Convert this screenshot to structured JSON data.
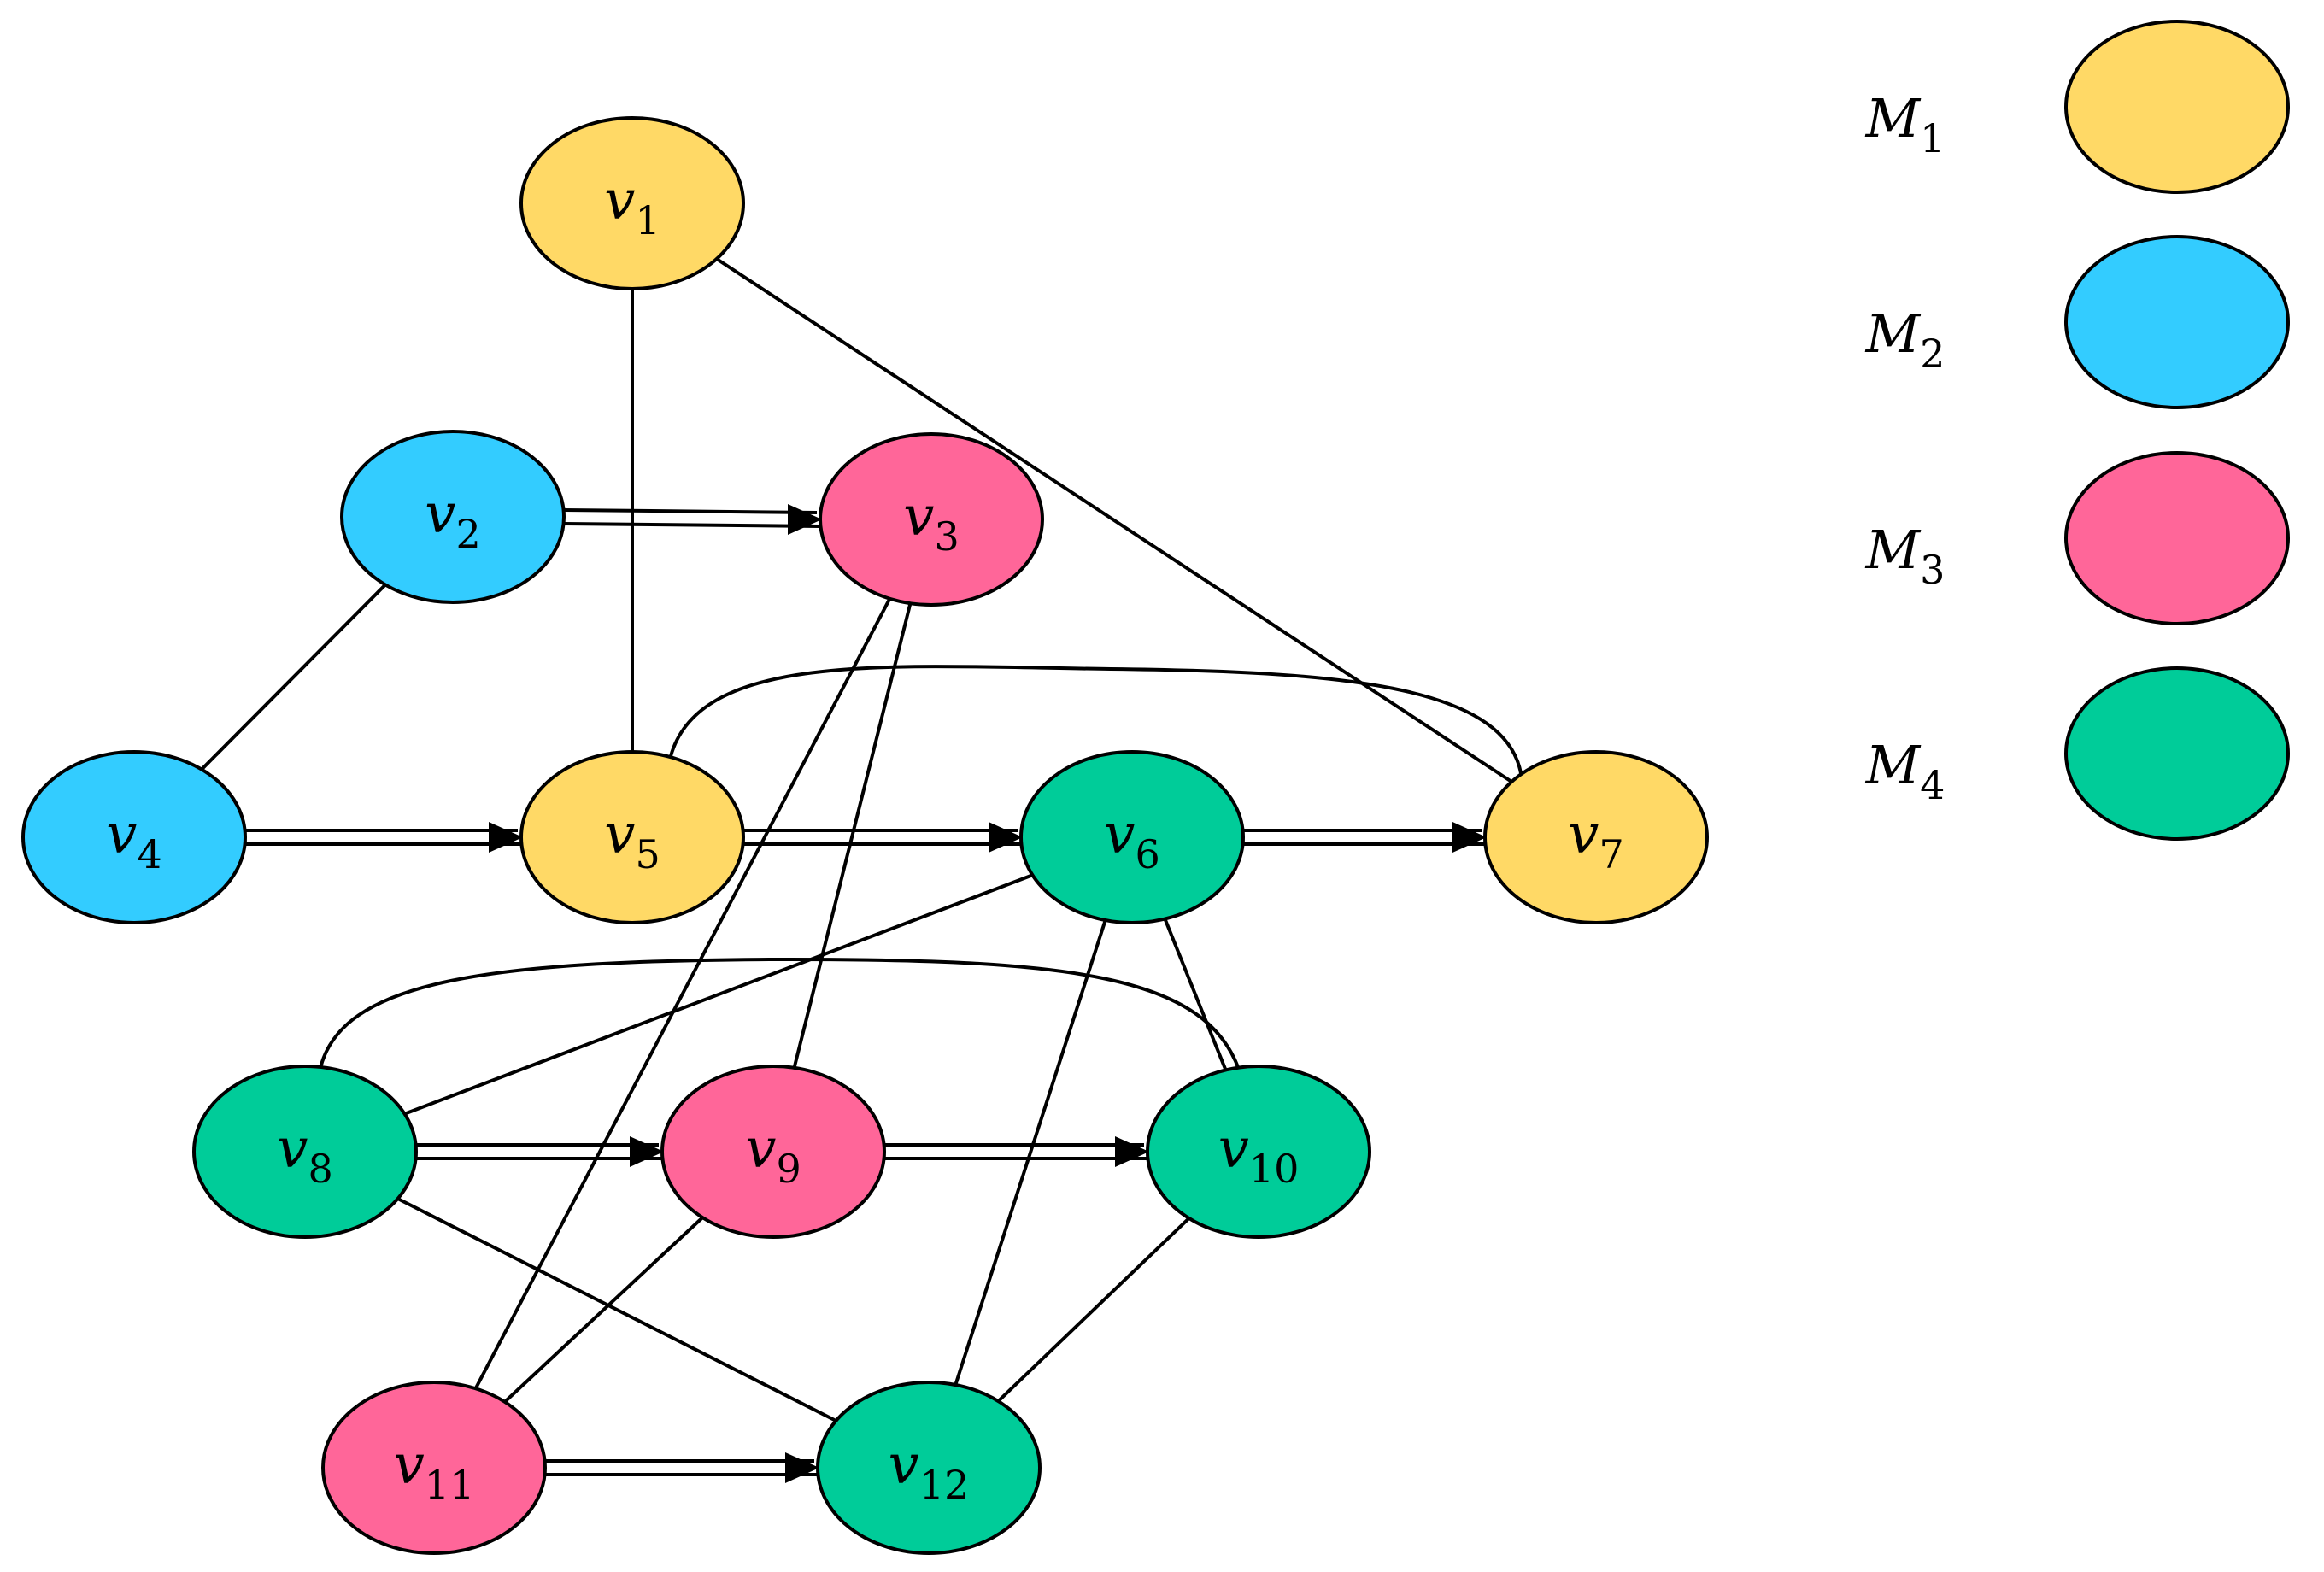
{
  "colors": {
    "M1": "#ffd966",
    "M2": "#33ccff",
    "M3": "#ff6699",
    "M4": "#00cc99",
    "edge": "#000000"
  },
  "nodes": [
    {
      "id": "v1",
      "base": "v",
      "sub": "1",
      "group": "M1"
    },
    {
      "id": "v2",
      "base": "v",
      "sub": "2",
      "group": "M2"
    },
    {
      "id": "v3",
      "base": "v",
      "sub": "3",
      "group": "M3"
    },
    {
      "id": "v4",
      "base": "v",
      "sub": "4",
      "group": "M2"
    },
    {
      "id": "v5",
      "base": "v",
      "sub": "5",
      "group": "M1"
    },
    {
      "id": "v6",
      "base": "v",
      "sub": "6",
      "group": "M4"
    },
    {
      "id": "v7",
      "base": "v",
      "sub": "7",
      "group": "M1"
    },
    {
      "id": "v8",
      "base": "v",
      "sub": "8",
      "group": "M4"
    },
    {
      "id": "v9",
      "base": "v",
      "sub": "9",
      "group": "M3"
    },
    {
      "id": "v10",
      "base": "v",
      "sub": "10",
      "group": "M4"
    },
    {
      "id": "v11",
      "base": "v",
      "sub": "11",
      "group": "M3"
    },
    {
      "id": "v12",
      "base": "v",
      "sub": "12",
      "group": "M4"
    }
  ],
  "directed_edges": [
    {
      "from": "v2",
      "to": "v3"
    },
    {
      "from": "v4",
      "to": "v5"
    },
    {
      "from": "v5",
      "to": "v6"
    },
    {
      "from": "v6",
      "to": "v7"
    },
    {
      "from": "v8",
      "to": "v9"
    },
    {
      "from": "v9",
      "to": "v10"
    },
    {
      "from": "v11",
      "to": "v12"
    }
  ],
  "undirected_edges": [
    {
      "from": "v1",
      "to": "v5"
    },
    {
      "from": "v1",
      "to": "v7"
    },
    {
      "from": "v2",
      "to": "v4"
    },
    {
      "from": "v3",
      "to": "v9"
    },
    {
      "from": "v3",
      "to": "v11"
    },
    {
      "from": "v5",
      "to": "v7"
    },
    {
      "from": "v6",
      "to": "v8"
    },
    {
      "from": "v6",
      "to": "v10"
    },
    {
      "from": "v6",
      "to": "v12"
    },
    {
      "from": "v8",
      "to": "v10"
    },
    {
      "from": "v8",
      "to": "v12"
    },
    {
      "from": "v9",
      "to": "v11"
    },
    {
      "from": "v10",
      "to": "v12"
    }
  ],
  "legend": [
    {
      "base": "M",
      "sub": "1",
      "group": "M1"
    },
    {
      "base": "M",
      "sub": "2",
      "group": "M2"
    },
    {
      "base": "M",
      "sub": "3",
      "group": "M3"
    },
    {
      "base": "M",
      "sub": "4",
      "group": "M4"
    }
  ]
}
